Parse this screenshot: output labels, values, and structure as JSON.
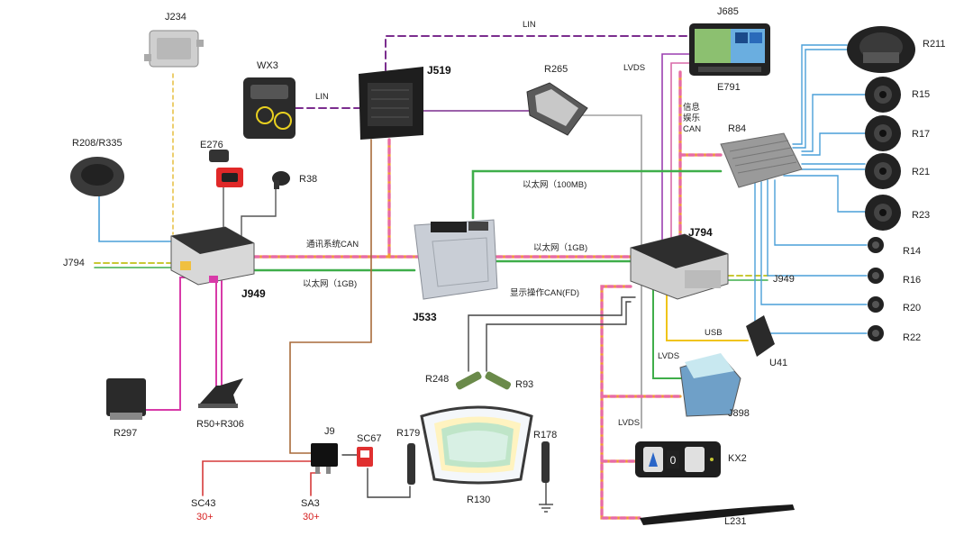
{
  "colors": {
    "lin": "#7b2d8e",
    "can_orange": "#f0a030",
    "can_pink": "#e86aa8",
    "ethernet": "#3fae4a",
    "lvds": "#9a9a9a",
    "power": "#d63a3a",
    "wire": "#444444",
    "audio": "#4a9fd8",
    "usb": "#f0c419",
    "brown": "#a86a3a",
    "yellow_dash": "#e8c24a"
  },
  "components": {
    "J234": "J234",
    "WX3": "WX3",
    "J519": "J519",
    "R265": "R265",
    "J685": "J685",
    "E791": "E791",
    "R211": "R211",
    "R15": "R15",
    "R17": "R17",
    "R21": "R21",
    "R23": "R23",
    "R84": "R84",
    "R14": "R14",
    "R16": "R16",
    "R20": "R20",
    "R22": "R22",
    "R208": "R208/R335",
    "E276": "E276",
    "R38": "R38",
    "J794_left": "J794",
    "J794_right": "J794",
    "J949_left": "J949",
    "J949_right": "J949",
    "J533": "J533",
    "U41": "U41",
    "J898": "J898",
    "KX2": "KX2",
    "R297": "R297",
    "R50": "R50+R306",
    "R248": "R248",
    "R93": "R93",
    "R179": "R179",
    "R178": "R178",
    "R130": "R130",
    "J9": "J9",
    "SC67": "SC67",
    "SC43": "SC43",
    "SA3": "SA3",
    "L231": "L231"
  },
  "power_labels": {
    "sc43_volt": "30+",
    "sa3_volt": "30+"
  },
  "bus_labels": {
    "lin_top": "LIN",
    "lin_mid": "LIN",
    "lvds_j685": "LVDS",
    "infotainment_can": [
      "信息",
      "娱乐",
      "CAN"
    ],
    "ethernet_100mb": "以太网（100MB)",
    "comm_can": "通讯系统CAN",
    "ethernet_1gb_right": "以太网（1GB)",
    "ethernet_1gb_left": "以太网（1GB)",
    "display_can": "显示操作CAN(FD)",
    "usb": "USB",
    "lvds_j898": "LVDS",
    "lvds_kx2": "LVDS"
  },
  "kx2_display": {
    "digit": "0"
  }
}
